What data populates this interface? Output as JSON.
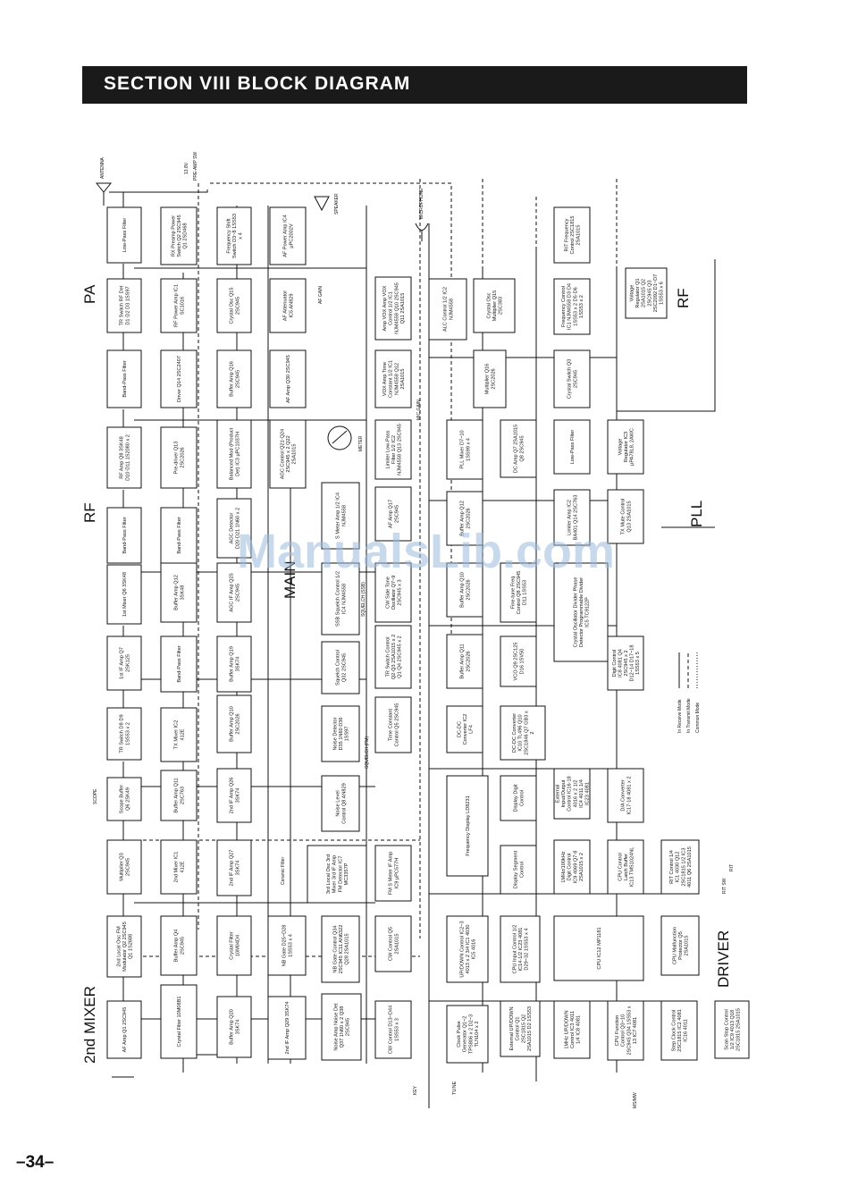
{
  "header": {
    "title": "SECTION  VIII  BLOCK DIAGRAM"
  },
  "page_number": "–34–",
  "watermark": "ManualsLib.com",
  "sections": {
    "pa": "PA",
    "rf": "RF",
    "main": "MAIN",
    "mixer": "2nd MIXER",
    "driver": "DRIVER",
    "pll": "PLL",
    "rf2": "RF"
  },
  "io": {
    "antenna": "ANTENNA",
    "speaker": "SPEAKER",
    "microphone": "MICROPHONE",
    "meter": "METER",
    "scope": "SCOPE",
    "key": "KEY",
    "tune": "TUNE",
    "msmw": "MS/MW",
    "rit": "RIT",
    "rit_sw": "RIT SW",
    "preamp": "PRE-AMP SW",
    "v138": "13.8V",
    "mic_gain": "MIC GAIN",
    "af_gain": "AF GAIN",
    "ceramic_filter": "Ceramic Filter",
    "squelch": "SQUELCH (SSB)",
    "squelch_fm": "SQUELCH (FM)"
  },
  "legend": [
    "In Receive Mode",
    "In Transmit Mode",
    "Common Mode"
  ],
  "blocks": [
    {
      "id": "lpf",
      "t": "Low-Pass Filter"
    },
    {
      "id": "rxpre",
      "t": "RX Preamp Power Switch Q2 2SC945 Q1 2SD468"
    },
    {
      "id": "fshift",
      "t": "Frequency Shift Switch D3~8 1SS53 x 4"
    },
    {
      "id": "afpwr",
      "t": "AF Power Amp IC4 µPC2002V"
    },
    {
      "id": "trsw",
      "t": "TR Switch RF Det D1·D2 D3 1SS97"
    },
    {
      "id": "rfpwr",
      "t": "RF Power Amp IC1 SC1016"
    },
    {
      "id": "xosc",
      "t": "Crystal Osc Q15 2SC945"
    },
    {
      "id": "afatt",
      "t": "AF Attenuator IC5 AN829"
    },
    {
      "id": "bpf1",
      "t": "Band-Pass Filter"
    },
    {
      "id": "drv",
      "t": "Driver Q14 2SC2407"
    },
    {
      "id": "buf1",
      "t": "Buffer Amp Q16 2SC945"
    },
    {
      "id": "afamp1",
      "t": "AF Amp Q30 2SC945"
    },
    {
      "id": "rfamp",
      "t": "RF Amp Q8 3SK48 D10·D11 1S2080 x 2"
    },
    {
      "id": "predrv",
      "t": "Pre-driver Q13 2SC2026"
    },
    {
      "id": "balmod",
      "t": "Balanced Mod (Product Det) IC3 µPC1037H"
    },
    {
      "id": "agcc",
      "t": "AGC Control Q21·Q24 2SC945 x 2 Q22 2SA1015"
    },
    {
      "id": "bpf2",
      "t": "Band-Pass Filter"
    },
    {
      "id": "bpf3",
      "t": "Band-Pass Filter"
    },
    {
      "id": "agcdet",
      "t": "AGC Detector D20·D21 1N60 x 2"
    },
    {
      "id": "smeter",
      "t": "S Meter Amp 1/2 IC4 NJM4558"
    },
    {
      "id": "mix1",
      "t": "1st Mixer Q6 3SK48"
    },
    {
      "id": "buf2",
      "t": "Buffer Amp Q12 3SK48"
    },
    {
      "id": "agcif",
      "t": "AGC IF Amp Q25 2SC945"
    },
    {
      "id": "ssbsq",
      "t": "SSB Squelch Control 1/2 IC4 NJM4558"
    },
    {
      "id": "if1",
      "t": "1st IF Amp Q7 2SK125"
    },
    {
      "id": "bpf4",
      "t": "Band-Pass Filter"
    },
    {
      "id": "buf3",
      "t": "Buffer Amp Q19 3SK74"
    },
    {
      "id": "sqc",
      "t": "Squelch Control Q32 2SC945"
    },
    {
      "id": "trsw2",
      "t": "TR Switch D8·D9 1SS53 x 2"
    },
    {
      "id": "txmix",
      "t": "TX Mixer IC2 412E"
    },
    {
      "id": "buf4",
      "t": "Buffer Amp Q10 2SC2026"
    },
    {
      "id": "noisedet",
      "t": "Noise Detector D35 1N60 D36 1SS97"
    },
    {
      "id": "scope",
      "t": "Scope Buffer Q6 2SK49"
    },
    {
      "id": "buf5",
      "t": "Buffer Amp Q11 2SC763"
    },
    {
      "id": "if2",
      "t": "2nd IF Amp Q26 3SK74"
    },
    {
      "id": "noiselvl",
      "t": "Noise Level Control Q8 AN829"
    },
    {
      "id": "mult1",
      "t": "Multiplier Q3 2SC945"
    },
    {
      "id": "mix2",
      "t": "2nd Mixer IC1 412E"
    },
    {
      "id": "if2b",
      "t": "2nd IF Amp Q27 3SK74"
    },
    {
      "id": "det3",
      "t": "3rd Local Osc 3rd Mixer 3rd IF Amp FM Detector IC7 MC3357P"
    },
    {
      "id": "lo2",
      "t": "2nd Local Osc FM Modulator Q2 2SC945 Q1 1S2688"
    },
    {
      "id": "buf6",
      "t": "Buffer Amp Q4 2SC945"
    },
    {
      "id": "xf1",
      "t": "Crystal Filter 10M04D4"
    },
    {
      "id": "nbgate",
      "t": "NB Gate D25~D28 1SS53 x 4"
    },
    {
      "id": "nbgc",
      "t": "NB Gate Control Q34 2SC945 IC11 AN6322 Q28 2SA1015"
    },
    {
      "id": "afamp2",
      "t": "AF Amp Q1 2SC945"
    },
    {
      "id": "xf2",
      "t": "Crystal Filter 10M08B1"
    },
    {
      "id": "buf7",
      "t": "Buffer Amp Q20 3SK74"
    },
    {
      "id": "if2c",
      "t": "2nd IF Amp Q29 3SK74"
    },
    {
      "id": "noiseamp",
      "t": "Noise Amp Noise Det Q37 1N60 x 2 Q38 2SC945"
    },
    {
      "id": "fmsm",
      "t": "FM S Meter IF Amp IC9 µPC577H"
    },
    {
      "id": "cwctl",
      "t": "CW Control Q5 2SA1015"
    },
    {
      "id": "cwctl2",
      "t": "CW Control D13~D44 1SS53 x 3"
    },
    {
      "id": "timec",
      "t": "Time Constant Control Q5 2SC945"
    },
    {
      "id": "trsw3",
      "t": "TR Switch Control Q2·Q3 2SA1015 x 2 Q1·Q4 2SC945 x 2"
    },
    {
      "id": "cwside",
      "t": "CW Side Tone Oscillator Q7~9 2SC945 x 3"
    },
    {
      "id": "afamp3",
      "t": "AF Amp Q17 2SC945"
    },
    {
      "id": "limiter",
      "t": "Limiter Low-Pass Filter 1/2 IC2 NJM4558 Q13 2SC945"
    },
    {
      "id": "vox",
      "t": "Amp VOX Amp VOX Control 1/2 IC1 NJM4558 Q10 2SC945 Q11 2SA1015"
    },
    {
      "id": "voxtime",
      "t": "VOX Amp Time Constant 1/2 IC1 NJM4558 Q12 2SA1015"
    },
    {
      "id": "alc",
      "t": "ALC Control 1/2 IC2 NJM4558"
    },
    {
      "id": "pllmix",
      "t": "PLL Mixer D7~10 1SS99 x 4"
    },
    {
      "id": "bufpll1",
      "t": "Buffer Amp Q12 2SC2026"
    },
    {
      "id": "bufpll2",
      "t": "Buffer Amp Q10 2SC2026"
    },
    {
      "id": "bufpll3",
      "t": "Buffer Amp Q11 2SC2026"
    },
    {
      "id": "dcdc",
      "t": "DC-DC Converter IC2 LF4"
    },
    {
      "id": "dcdc2",
      "t": "DC-DC Converter IC10 TL496 Q10 2SC1846 Q7 GB3 x 2"
    },
    {
      "id": "fdisp",
      "t": "Frequency Display LD8231"
    },
    {
      "id": "dispd",
      "t": "Display Digit Control"
    },
    {
      "id": "dispseg",
      "t": "Display Segment Control"
    },
    {
      "id": "updown",
      "t": "UP/DOWN Control IC2~3 4013 x 2 3/4 IC1 4030 IC5 4016"
    },
    {
      "id": "clock",
      "t": "Clock Pulse Generator Q1~2 TPS806 x 2 D2~3 TLN104 x 2"
    },
    {
      "id": "extud",
      "t": "External UP/DOWN Control Q1 2SC1815 Q2 2SA1015 D2 1SS53"
    },
    {
      "id": "cpuin",
      "t": "CPU Input Control 1/2 IC14·1/2 IC23 4081 D29~32 1SS53 x 4"
    },
    {
      "id": "cpu",
      "t": "CPU IC12 MP1181"
    },
    {
      "id": "dcamp",
      "t": "DC Amp Q7 2SA1015 Q8 2SC945"
    },
    {
      "id": "lpfpll",
      "t": "Low-Pass Filter"
    },
    {
      "id": "fine",
      "t": "Fine-tune Freq Control Q8 2SC945 D11 1SS53"
    },
    {
      "id": "vco",
      "t": "VCO Q9 2SC125 D16 1SV50"
    },
    {
      "id": "divider",
      "t": "Crystal Oscillator Divider Phase Detector Programmable Divider IC5 TC9122P"
    },
    {
      "id": "digi",
      "t": "Digit Control IC8 4081 Q4 2SC945 x 2 D12~14 D17~18 1SS53 x 5"
    },
    {
      "id": "limamp",
      "t": "Limiter Amp IC2 BA401 Q14 2SC763"
    },
    {
      "id": "txmute",
      "t": "TX Mute Control Q13 2SA1015"
    },
    {
      "id": "mult3",
      "t": "Multiplier Q16 2SC2026"
    },
    {
      "id": "xsw",
      "t": "Crystal Switch Q3 2SC945"
    },
    {
      "id": "vreg",
      "t": "Voltage Regulator IC3 µPA78L8, 2AWC"
    },
    {
      "id": "xmult",
      "t": "Crystal Osc Multiplier Q15 2SC383"
    },
    {
      "id": "fctl",
      "t": "Frequency Control IC1 NJM4558 D3·D4 1SS53 x 2 D5·D6 1SS53 x 2"
    },
    {
      "id": "ritf",
      "t": "RIT Frequency Control 2SC1815 2SA1015"
    },
    {
      "id": "vreg2",
      "t": "Voltage Regulator Q1 2SA1015 Q2 2SC945 Q3 2SC2092 D1~D7 1SS53 x 6"
    },
    {
      "id": "extin",
      "t": "External Input/Output Control IC16·18 4016 x 2 1/2 IC4 4011 1/4 IC23 4081"
    },
    {
      "id": "dadc",
      "t": "D/A Converter IC17·18 4081 x 2"
    },
    {
      "id": "digctl",
      "t": "1MHz/100kHz Digit Control IC9 4069 Q7·8 2SA1015 x 2"
    },
    {
      "id": "cpuctl",
      "t": "CPU Control Latch Buffer IC13 TMS1024NL"
    },
    {
      "id": "ritc",
      "t": "RIT Control 1/4 IC1 4030 Q12 2SC1815 1/2 IC3 4011 Q6 2SA1015"
    },
    {
      "id": "mhz",
      "t": "1MHz UP/DOWN Control IC3 4011 1/4 IC8 4081"
    },
    {
      "id": "cpuf",
      "t": "CPU Function Control Q3~10 2SC945 Q34 1SS53 x 13 IC7 4081"
    },
    {
      "id": "cpumal",
      "t": "CPU Malfunction Protector Q5 2SA1015"
    },
    {
      "id": "stepc",
      "t": "Step Clock Control 2SC1815 IC2 4081 IC16 4011"
    },
    {
      "id": "scanstop",
      "t": "Scan Stop Control 1/2 IC9 4013 Q18 2SC1815 2SA1015"
    }
  ]
}
